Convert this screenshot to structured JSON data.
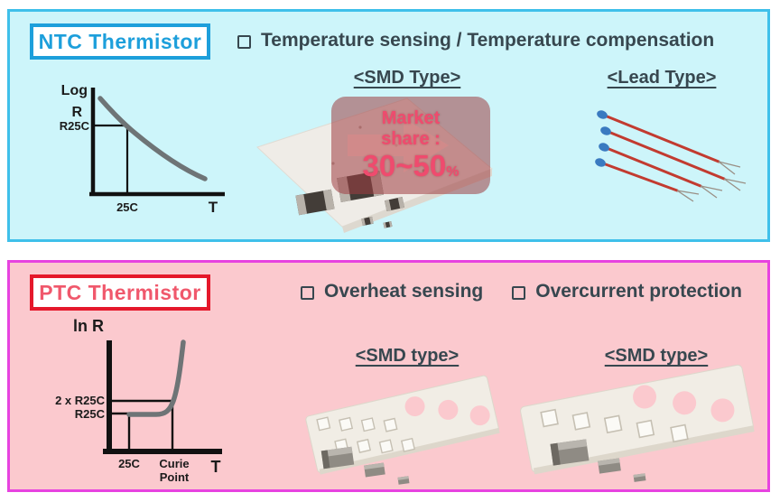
{
  "ntc": {
    "title": "NTC Thermistor",
    "bullet": "Temperature sensing / Temperature compensation",
    "smd_label": "<SMD Type>",
    "lead_label": "<Lead Type>",
    "market_overlay": {
      "line1": "Market",
      "line2": "share :",
      "value": "30~50",
      "unit": "%"
    },
    "graph": {
      "type": "qualitative-line",
      "description": "Resistance decreases exponentially with temperature",
      "y_label_line1": "Log",
      "y_label_line2": "R",
      "y_ref": "R25C",
      "x_ref": "25C",
      "x_label": "T"
    },
    "colors": {
      "accent": "#1d9fdb",
      "panel_border": "#3fc0ea",
      "panel_bg": "#cdf5fa"
    }
  },
  "ptc": {
    "title": "PTC Thermistor",
    "bullet1": "Overheat sensing",
    "bullet2": "Overcurrent protection",
    "smd_label_left": "<SMD type>",
    "smd_label_right": "<SMD type>",
    "graph": {
      "type": "qualitative-line",
      "description": "Resistance flat near R25C then rises sharply past Curie Point",
      "y_label": "ln R",
      "y_ref1": "2 x R25C",
      "y_ref2": "R25C",
      "x_ref1": "25C",
      "x_ref2_line1": "Curie",
      "x_ref2_line2": "Point",
      "x_label": "T"
    },
    "colors": {
      "accent": "#e5182b",
      "title_text": "#f0586c",
      "panel_border": "#e743e0",
      "panel_bg": "#fbc9ce"
    }
  },
  "shared_colors": {
    "body_text": "#37474f",
    "market_text": "#ef4b6e",
    "curve_gray": "#6e7476"
  }
}
